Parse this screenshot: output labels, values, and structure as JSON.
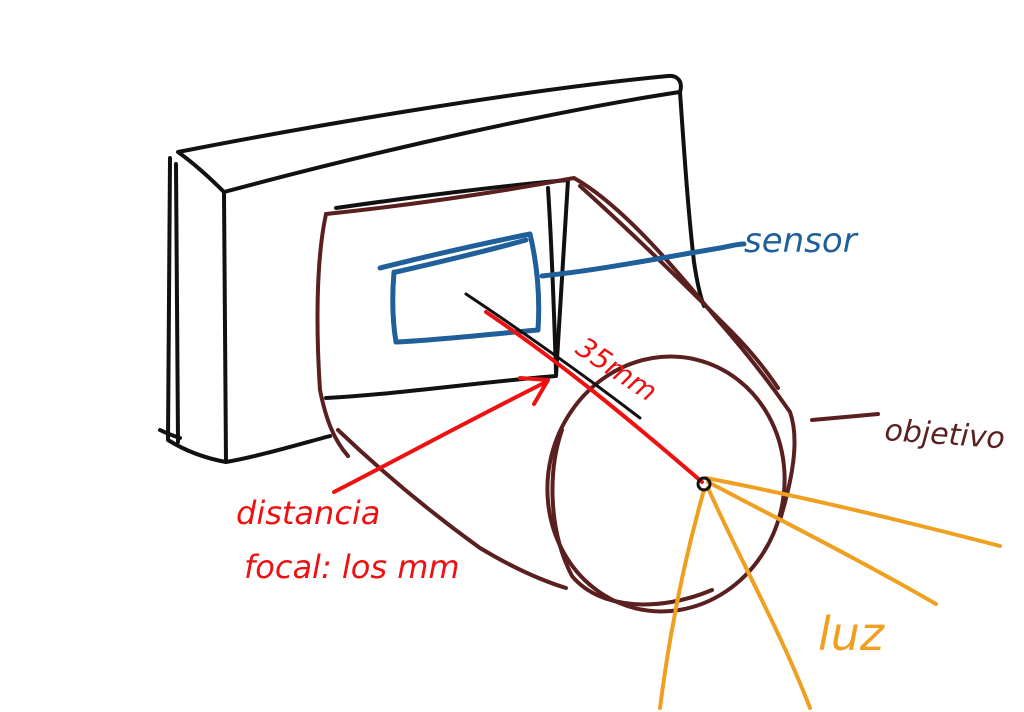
{
  "labels": {
    "sensor": "sensor",
    "focal_length_value": "35mm",
    "objective": "objetivo",
    "focal_distance_line1": "distancia",
    "focal_distance_line2": "focal: los mm",
    "light": "luz"
  },
  "colors": {
    "camera_body": "#111111",
    "lens": "#5a1f1f",
    "sensor": "#1f5f9a",
    "focal_distance": "#ee1111",
    "light": "#f0a020"
  }
}
